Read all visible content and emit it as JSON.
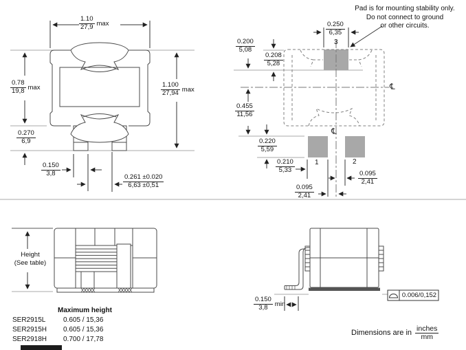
{
  "note": {
    "line1": "Pad is for mounting stability only.",
    "line2": "Do not connect to ground",
    "line3": "or other circuits."
  },
  "front_view": {
    "width": {
      "in": "1.10",
      "mm": "27,9",
      "suffix": "max"
    },
    "body_height": {
      "in": "0.78",
      "mm": "19,8",
      "suffix": "max"
    },
    "overall_height": {
      "in": "1.100",
      "mm": "27,94",
      "suffix": "max"
    },
    "terminal_height": {
      "in": "0.270",
      "mm": "6,9"
    },
    "lead_width": {
      "in": "0.150",
      "mm": "3,8"
    },
    "lead_gap": {
      "in": "0.261 ±0.020",
      "mm": "6,63 ±0,51"
    }
  },
  "land_pattern": {
    "pad3_width": {
      "in": "0.250",
      "mm": "6,35"
    },
    "top_inset": {
      "in": "0.200",
      "mm": "5,08"
    },
    "pad3_height": {
      "in": "0.208",
      "mm": "5,28"
    },
    "center_to_pads": {
      "in": "0.455",
      "mm": "11,56"
    },
    "pad_height": {
      "in": "0.220",
      "mm": "5,59"
    },
    "pad_width": {
      "in": "0.210",
      "mm": "5,33"
    },
    "gap_right": {
      "in": "0.095",
      "mm": "2,41"
    },
    "gap_bottom": {
      "in": "0.095",
      "mm": "2,41"
    },
    "pad1_label": "1",
    "pad2_label": "2",
    "pad3_label": "3",
    "centerline_symbol": "℄"
  },
  "height_view": {
    "label_line1": "Height",
    "label_line2": "(See table)"
  },
  "height_table": {
    "header": "Maximum height",
    "rows": [
      {
        "model": "SER2915L",
        "value": "0.605 / 15,36"
      },
      {
        "model": "SER2915H",
        "value": "0.605 / 15,36"
      },
      {
        "model": "SER2918H",
        "value": "0.700 / 17,78"
      }
    ]
  },
  "side_view": {
    "standoff": {
      "in": "0.150",
      "mm": "3,8",
      "suffix": "min"
    },
    "coplanarity": "0.006/0,152"
  },
  "footer": {
    "prefix": "Dimensions are in",
    "unit_top": "inches",
    "unit_bottom": "mm"
  }
}
